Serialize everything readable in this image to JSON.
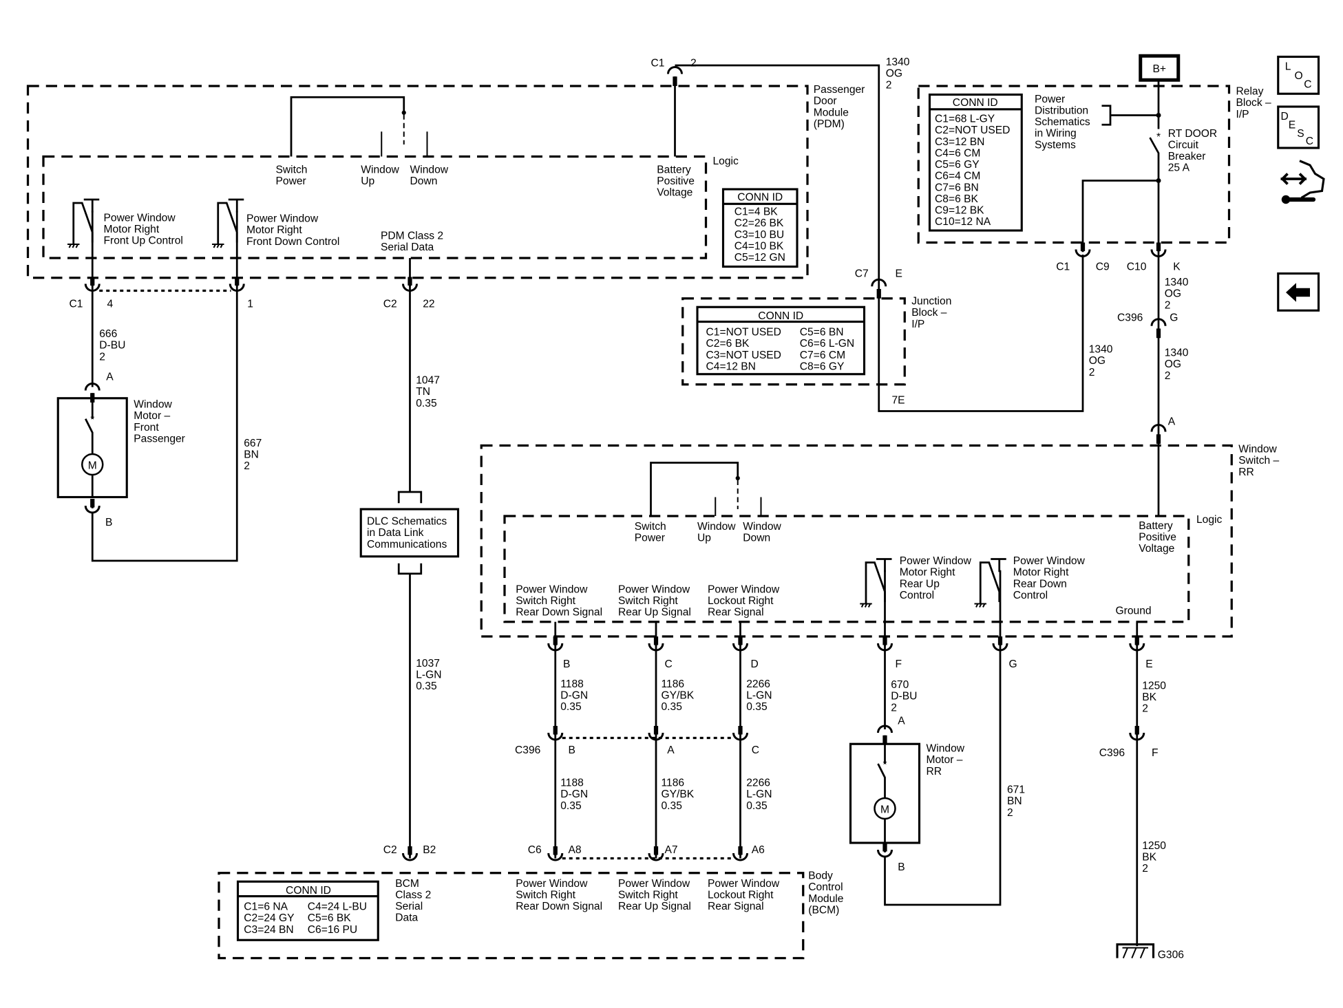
{
  "pdm": {
    "title": [
      "Passenger",
      "Door",
      "Module",
      "(PDM)"
    ],
    "logic": "Logic",
    "switch_power": [
      "Switch",
      "Power"
    ],
    "window_up": [
      "Window",
      "Up"
    ],
    "window_down": [
      "Window",
      "Down"
    ],
    "battery": [
      "Battery",
      "Positive",
      "Voltage"
    ],
    "front_up": [
      "Power Window",
      "Motor Right",
      "Front Up Control"
    ],
    "front_down": [
      "Power Window",
      "Motor Right",
      "Front Down Control"
    ],
    "class2": [
      "PDM Class 2",
      "Serial Data"
    ],
    "conn_id": {
      "header": "CONN ID",
      "rows": [
        "C1=4 BK",
        "C2=26 BK",
        "C3=10 BU",
        "C4=10 BK",
        "C5=12 GN"
      ]
    }
  },
  "junction_block": {
    "title": [
      "Junction",
      "Block –",
      "I/P"
    ],
    "conn_id": {
      "header": "CONN ID",
      "left": [
        "C1=NOT USED",
        "C2=6 BK",
        "C3=NOT USED",
        "C4=12 BN"
      ],
      "right": [
        "C5=6 BN",
        "C6=6 L-GN",
        "C7=6 CM",
        "C8=6 GY"
      ]
    }
  },
  "relay_block": {
    "title": [
      "Relay",
      "Block –",
      "I/P"
    ],
    "b_plus": "B+",
    "power_dist": [
      "Power",
      "Distribution",
      "Schematics",
      "in Wiring",
      "Systems"
    ],
    "breaker": [
      "RT DOOR",
      "Circuit",
      "Breaker",
      "25 A"
    ],
    "conn_id": {
      "header": "CONN ID",
      "rows": [
        "C1=68 L-GY",
        "C2=NOT USED",
        "C3=12 BN",
        "C4=6 CM",
        "C5=6 GY",
        "C6=4 CM",
        "C7=6 BN",
        "C8=6 BK",
        "C9=12 BK",
        "C10=12 NA"
      ]
    }
  },
  "window_switch": {
    "title": [
      "Window",
      "Switch –",
      "RR"
    ],
    "logic": "Logic",
    "switch_power": [
      "Switch",
      "Power"
    ],
    "window_up": [
      "Window",
      "Up"
    ],
    "window_down": [
      "Window",
      "Down"
    ],
    "battery": [
      "Battery",
      "Positive",
      "Voltage"
    ],
    "rear_down_signal": [
      "Power Window",
      "Switch Right",
      "Rear Down Signal"
    ],
    "rear_up_signal": [
      "Power Window",
      "Switch Right",
      "Rear Up Signal"
    ],
    "lockout_signal": [
      "Power Window",
      "Lockout Right",
      "Rear Signal"
    ],
    "rear_up_control": [
      "Power Window",
      "Motor Right",
      "Rear Up",
      "Control"
    ],
    "rear_down_control": [
      "Power Window",
      "Motor Right",
      "Rear Down",
      "Control"
    ],
    "ground": "Ground"
  },
  "bcm": {
    "title": [
      "Body",
      "Control",
      "Module",
      "(BCM)"
    ],
    "class2": [
      "BCM",
      "Class 2",
      "Serial",
      "Data"
    ],
    "rear_down_signal": [
      "Power Window",
      "Switch Right",
      "Rear Down Signal"
    ],
    "rear_up_signal": [
      "Power Window",
      "Switch Right",
      "Rear Up Signal"
    ],
    "lockout_signal": [
      "Power Window",
      "Lockout Right",
      "Rear Signal"
    ],
    "conn_id": {
      "header": "CONN ID",
      "left": [
        "C1=6 NA",
        "C2=24 GY",
        "C3=24 BN"
      ],
      "right": [
        "C4=24 L-BU",
        "C5=6 BK",
        "C6=16 PU"
      ]
    }
  },
  "motor_front": {
    "title": [
      "Window",
      "Motor –",
      "Front",
      "Passenger"
    ],
    "symbol": "M"
  },
  "motor_rr": {
    "title": [
      "Window",
      "Motor –",
      "RR"
    ],
    "symbol": "M"
  },
  "dlc": {
    "text": [
      "DLC Schematics",
      "in Data Link",
      "Communications"
    ]
  },
  "ground_label": "G306",
  "connectors": {
    "top_c1": "C1",
    "top_c1_pin": "2",
    "pdm_c1": "C1",
    "pdm_c1_pin4": "4",
    "pdm_c1_pin1": "1",
    "pdm_c2": "C2",
    "pdm_c2_pin": "22",
    "mf_a": "A",
    "mf_b": "B",
    "c7": "C7",
    "c7_pin": "E",
    "jb_7e": "7E",
    "rb_c1": "C1",
    "rb_c9": "C9",
    "rb_c10": "C10",
    "rb_k": "K",
    "c396_g": "C396",
    "c396_g_pin": "G",
    "ws_a": "A",
    "ws_b": "B",
    "ws_c": "C",
    "ws_d": "D",
    "ws_f": "F",
    "ws_g": "G",
    "ws_e": "E",
    "c396_row": "C396",
    "c396_b": "B",
    "c396_a": "A",
    "c396_c": "C",
    "mrr_a": "A",
    "mrr_b": "B",
    "c396_f": "C396",
    "c396_f_pin": "F",
    "bcm_c2": "C2",
    "bcm_b2": "B2",
    "bcm_c6": "C6",
    "bcm_a8": "A8",
    "bcm_a7": "A7",
    "bcm_a6": "A6"
  },
  "wires": {
    "w1340_top": [
      "1340",
      "OG",
      "2"
    ],
    "w1340_k": [
      "1340",
      "OG",
      "2"
    ],
    "w1340_g": [
      "1340",
      "OG",
      "2"
    ],
    "w1340_c9": [
      "1340",
      "OG",
      "2"
    ],
    "w666": [
      "666",
      "D-BU",
      "2"
    ],
    "w667": [
      "667",
      "BN",
      "2"
    ],
    "w1047": [
      "1047",
      "TN",
      "0.35"
    ],
    "w1037": [
      "1037",
      "L-GN",
      "0.35"
    ],
    "w1188a": [
      "1188",
      "D-GN",
      "0.35"
    ],
    "w1186a": [
      "1186",
      "GY/BK",
      "0.35"
    ],
    "w2266a": [
      "2266",
      "L-GN",
      "0.35"
    ],
    "w1188b": [
      "1188",
      "D-GN",
      "0.35"
    ],
    "w1186b": [
      "1186",
      "GY/BK",
      "0.35"
    ],
    "w2266b": [
      "2266",
      "L-GN",
      "0.35"
    ],
    "w670": [
      "670",
      "D-BU",
      "2"
    ],
    "w671": [
      "671",
      "BN",
      "2"
    ],
    "w1250a": [
      "1250",
      "BK",
      "2"
    ],
    "w1250b": [
      "1250",
      "BK",
      "2"
    ]
  },
  "nav_icons": {
    "loc": [
      "L",
      "O",
      "C"
    ],
    "desc": [
      "D",
      "E",
      "S",
      "C"
    ],
    "icons": [
      "loc-icon",
      "desc-icon",
      "connector-repair-icon",
      "back-arrow-icon"
    ]
  }
}
